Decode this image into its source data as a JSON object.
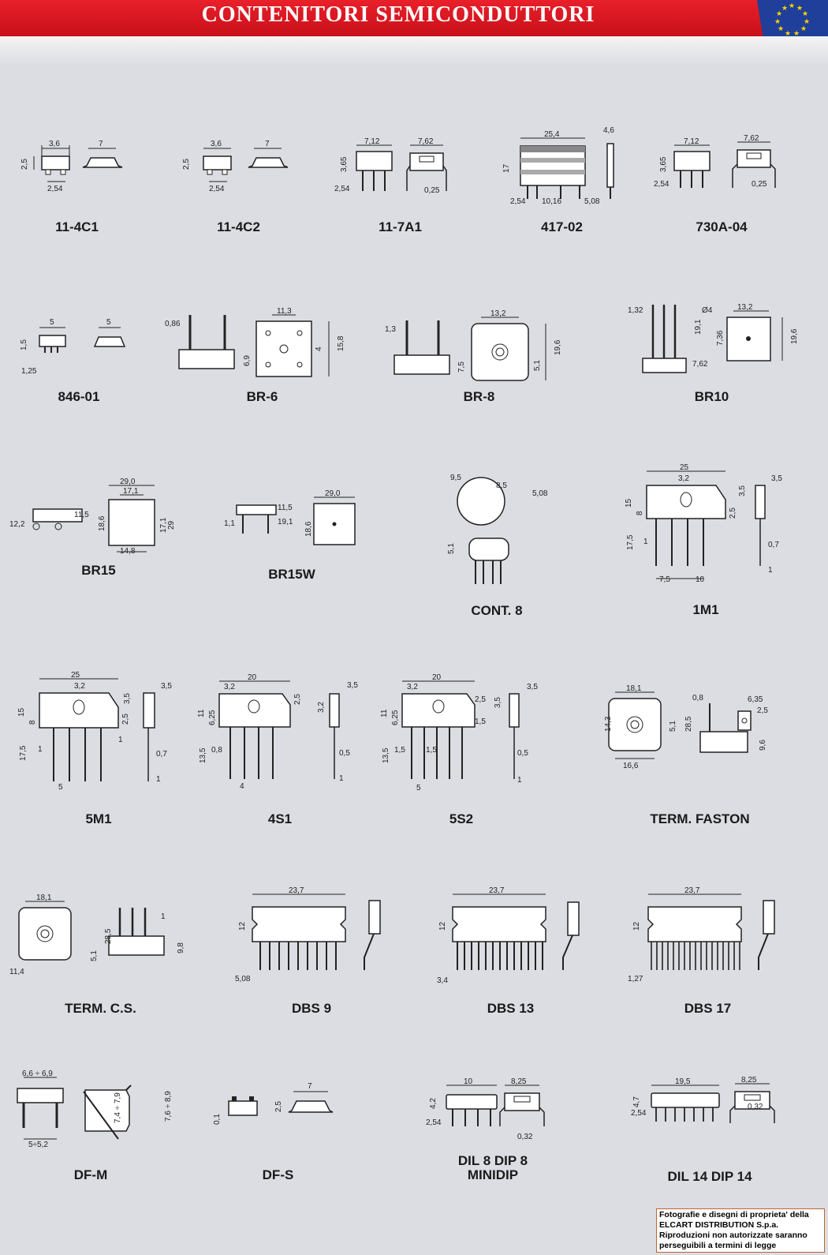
{
  "header": {
    "title": "CONTENITORI SEMICONDUTTORI"
  },
  "packages": [
    {
      "id": "p11-4C1",
      "label": "11-4C1",
      "dims": [
        "3,6",
        "7",
        "2,5",
        "2,54"
      ]
    },
    {
      "id": "p11-4C2",
      "label": "11-4C2",
      "dims": [
        "3,6",
        "7",
        "2,5",
        "2,54"
      ]
    },
    {
      "id": "p11-7A1",
      "label": "11-7A1",
      "dims": [
        "7,12",
        "7,62",
        "3,65",
        "2,54",
        "0,25"
      ]
    },
    {
      "id": "p417-02",
      "label": "417-02",
      "dims": [
        "25,4",
        "4,6",
        "17",
        "2,54",
        "10,16",
        "5,08"
      ]
    },
    {
      "id": "p730A-04",
      "label": "730A-04",
      "dims": [
        "7,12",
        "7,62",
        "3,65",
        "2,54",
        "0,25"
      ]
    },
    {
      "id": "p846-01",
      "label": "846-01",
      "dims": [
        "5",
        "5",
        "1,5",
        "1,25"
      ]
    },
    {
      "id": "pBR-6",
      "label": "BR-6",
      "dims": [
        "0,86",
        "11,3",
        "6,9",
        "4",
        "15,8"
      ]
    },
    {
      "id": "pBR-8",
      "label": "BR-8",
      "dims": [
        "1,3",
        "13,2",
        "7,5",
        "5,1",
        "19,6"
      ]
    },
    {
      "id": "pBR10",
      "label": "BR10",
      "dims": [
        "1,32",
        "19,1",
        "Ø4",
        "13,2",
        "7,36",
        "19,6",
        "7,62"
      ]
    },
    {
      "id": "pBR15",
      "label": "BR15",
      "dims": [
        "29,0",
        "17,1",
        "11,5",
        "12,2",
        "18,6",
        "17,1",
        "29",
        "14,8"
      ]
    },
    {
      "id": "pBR15W",
      "label": "BR15W",
      "dims": [
        "29,0",
        "11,5",
        "19,1",
        "1,1",
        "18,6"
      ]
    },
    {
      "id": "pCONT8",
      "label": "CONT. 8",
      "dims": [
        "9,5",
        "8,5",
        "5,08",
        "5,1"
      ]
    },
    {
      "id": "p1M1",
      "label": "1M1",
      "dims": [
        "25",
        "3,2",
        "3,5",
        "15",
        "8",
        "2,5",
        "3,5",
        "17,5",
        "1",
        "0,7",
        "7,5",
        "10",
        "1"
      ]
    },
    {
      "id": "p5M1",
      "label": "5M1",
      "dims": [
        "25",
        "3,2",
        "3,5",
        "3,5",
        "15",
        "8",
        "2,5",
        "1",
        "17,5",
        "1",
        "0,7",
        "5",
        "1"
      ]
    },
    {
      "id": "p4S1",
      "label": "4S1",
      "dims": [
        "20",
        "3,2",
        "3,5",
        "2,5",
        "11",
        "6,25",
        "3,2",
        "0,8",
        "13,5",
        "0,5",
        "4",
        "1"
      ]
    },
    {
      "id": "p5S2",
      "label": "5S2",
      "dims": [
        "20",
        "3,2",
        "2,5",
        "3,5",
        "3,5",
        "11",
        "6,25",
        "1,5",
        "1,5",
        "1,5",
        "13,5",
        "0,5",
        "5",
        "1"
      ]
    },
    {
      "id": "pFASTON",
      "label": "TERM. FASTON",
      "dims": [
        "18,1",
        "0,8",
        "6,35",
        "2,5",
        "14,3",
        "5,1",
        "28,5",
        "9,6",
        "16,6"
      ]
    },
    {
      "id": "pTERMCS",
      "label": "TERM. C.S.",
      "dims": [
        "18,1",
        "1",
        "28,5",
        "5,1",
        "9,8",
        "11,4"
      ]
    },
    {
      "id": "pDBS9",
      "label": "DBS 9",
      "dims": [
        "23,7",
        "12",
        "5,08"
      ]
    },
    {
      "id": "pDBS13",
      "label": "DBS 13",
      "dims": [
        "23,7",
        "12",
        "3,4"
      ]
    },
    {
      "id": "pDBS17",
      "label": "DBS 17",
      "dims": [
        "23,7",
        "12",
        "1,27"
      ]
    },
    {
      "id": "pDFM",
      "label": "DF-M",
      "dims": [
        "6,6 ÷ 6,9",
        "7,4 ÷ 7,9",
        "7,6 ÷ 8,9",
        "5÷5,2"
      ]
    },
    {
      "id": "pDFS",
      "label": "DF-S",
      "dims": [
        "7",
        "2,5",
        "0,1"
      ]
    },
    {
      "id": "pDIL8",
      "label": "DIL 8  DIP 8",
      "label2": "MINIDIP",
      "dims": [
        "10",
        "8,25",
        "4,2",
        "2,54",
        "0,32"
      ]
    },
    {
      "id": "pDIL14",
      "label": "DIL 14  DIP 14",
      "dims": [
        "19,5",
        "8,25",
        "4,7",
        "2,54",
        "0,32"
      ]
    }
  ],
  "copyright": {
    "line1": "Fotografie e disegni di proprieta' della",
    "line2": "ELCART DISTRIBUTION S.p.a.",
    "line3": "Riproduzioni non  autorizzate saranno",
    "line4": "perseguibili a  termini di legge"
  },
  "colors": {
    "header_red": "#d8141e",
    "background": "#dcdde3",
    "eu_blue": "#1f3f9a",
    "eu_star": "#f7d600"
  }
}
